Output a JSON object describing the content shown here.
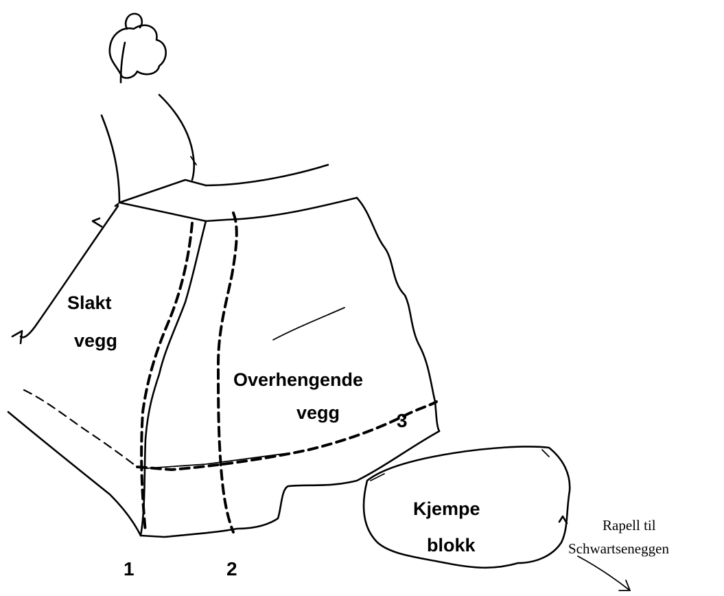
{
  "labels": {
    "slab_wall_line1": "Slakt",
    "slab_wall_line2": "vegg",
    "overhang_line1": "Overhengende",
    "overhang_line2": "vegg",
    "boulder_line1": "Kjempe",
    "boulder_line2": "blokk",
    "rappel_line1": "Rapell til",
    "rappel_line2": "Schwartseneggen"
  },
  "routes": [
    {
      "number": "1"
    },
    {
      "number": "2"
    },
    {
      "number": "3"
    }
  ]
}
